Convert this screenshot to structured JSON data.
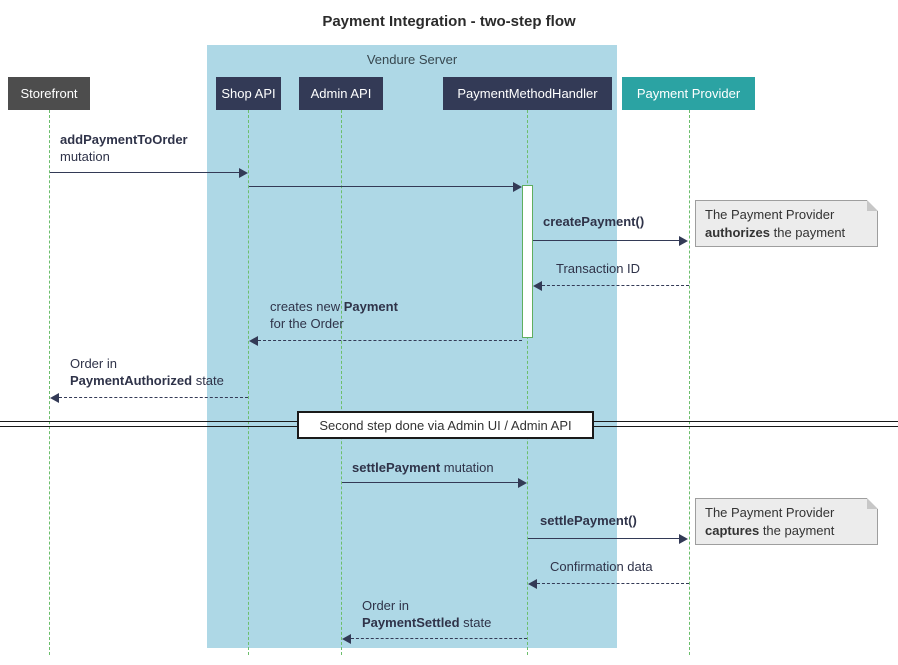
{
  "title": "Payment Integration - two-step flow",
  "container": {
    "label": "Vendure Server"
  },
  "participants": {
    "storefront": "Storefront",
    "shop_api": "Shop API",
    "admin_api": "Admin API",
    "handler": "PaymentMethodHandler",
    "provider": "Payment Provider"
  },
  "messages": {
    "add_payment": {
      "name": "addPaymentToOrder",
      "suffix": "mutation"
    },
    "create_payment": {
      "name": "createPayment()"
    },
    "transaction_id": {
      "label": "Transaction ID"
    },
    "creates_payment": {
      "pre": "creates new ",
      "name": "Payment",
      "line2": "for the Order"
    },
    "order_authorized": {
      "line1": "Order in",
      "name": "PaymentAuthorized",
      "suffix": " state"
    },
    "settle_mutation": {
      "name": "settlePayment",
      "suffix": " mutation"
    },
    "settle_call": {
      "name": "settlePayment()"
    },
    "confirmation": {
      "label": "Confirmation data"
    },
    "order_settled": {
      "line1": "Order in",
      "name": "PaymentSettled",
      "suffix": " state"
    }
  },
  "notes": {
    "authorize": {
      "line1": "The Payment Provider",
      "bold": "authorizes",
      "rest": " the payment"
    },
    "capture": {
      "line1": "The Payment Provider",
      "bold": "captures",
      "rest": " the payment"
    }
  },
  "divider": {
    "label": "Second step done via Admin UI / Admin API"
  },
  "colors": {
    "arrow": "#333A56",
    "participant_box": "#333A56",
    "storefront_box": "#4D4D4D",
    "provider_box": "#2BA3A3",
    "lifeline": "#6CBE6C",
    "server_background": "#AED8E6",
    "note_background": "#ECECEC"
  }
}
